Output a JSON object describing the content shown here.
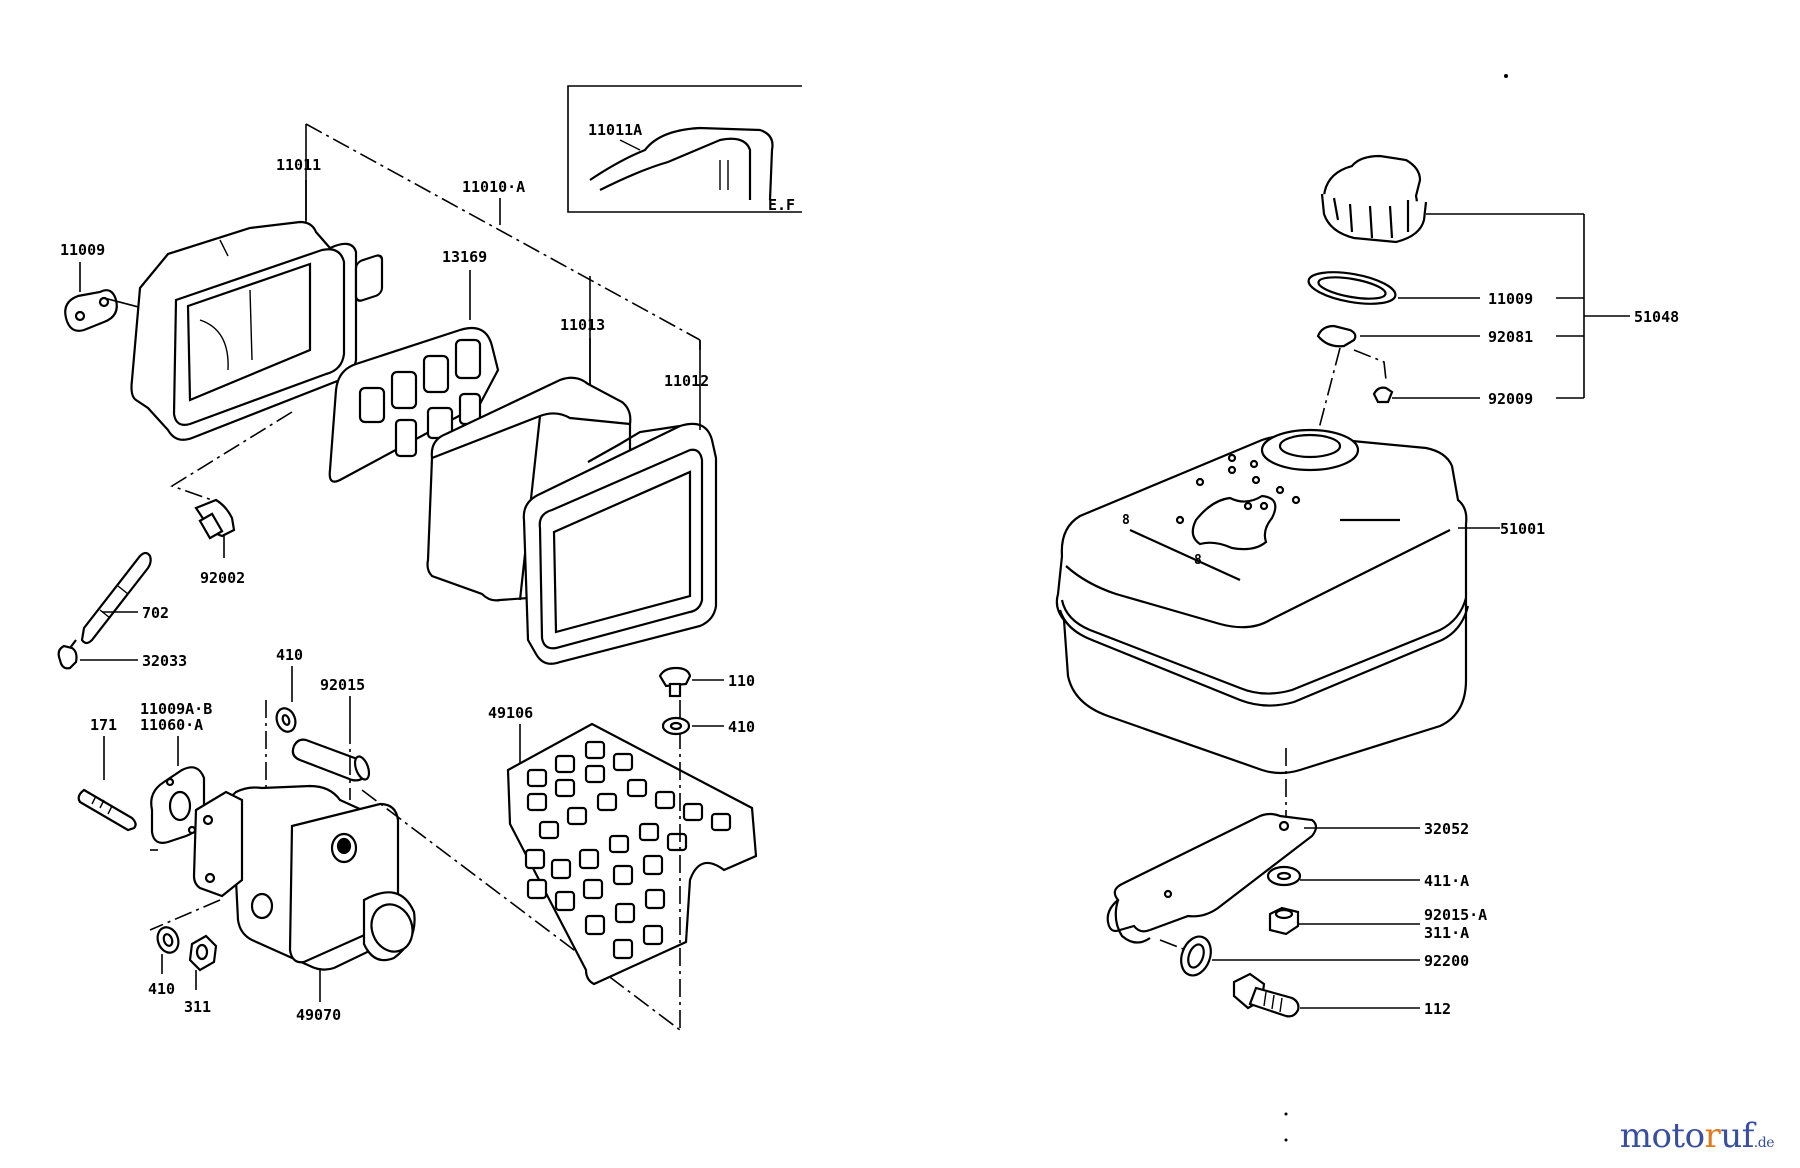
{
  "labels": {
    "p11011": "11011",
    "p11010a": "11010·A",
    "p11011a": "11011A",
    "pef": "E.F",
    "p11009_left": "11009",
    "p13169": "13169",
    "p11013": "11013",
    "p11012": "11012",
    "p92002": "92002",
    "p702": "702",
    "p32033": "32033",
    "p410_top": "410",
    "p92015": "92015",
    "p11009ab": "11009A·B",
    "p11060a": "11060·A",
    "p171": "171",
    "p49106": "49106",
    "p110": "110",
    "p410_right": "410",
    "p410_bottom": "410",
    "p311": "311",
    "p49070": "49070",
    "p11009_right": "11009",
    "p92081": "92081",
    "p92009": "92009",
    "p51048": "51048",
    "p51001": "51001",
    "p32052": "32052",
    "p411a": "411·A",
    "p92015a": "92015·A",
    "p311a": "311·A",
    "p92200": "92200",
    "p112": "112"
  },
  "brand": {
    "part1": "moto",
    "part2": "r",
    "part3": "uf",
    "part4": ".de"
  }
}
